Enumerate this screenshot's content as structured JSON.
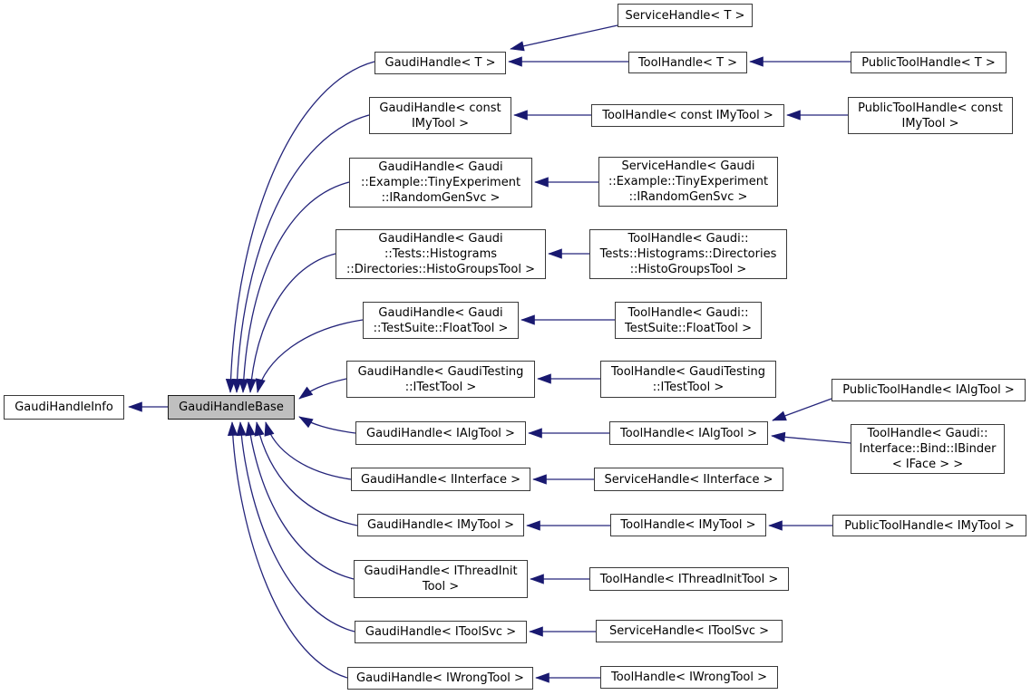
{
  "diagram": {
    "title": "GaudiHandleBase inheritance graph",
    "type": "inheritance-graph",
    "colors": {
      "background": "#ffffff",
      "edge": "#24247a",
      "arrowhead": "#191970",
      "node_border": "#3a3a3a",
      "node_fill": "#ffffff",
      "highlight_fill": "#bfbfbf",
      "text": "#000000"
    },
    "nodes": {
      "gaudi_handle_info": {
        "label": "GaudiHandleInfo"
      },
      "gaudi_handle_base": {
        "label": "GaudiHandleBase",
        "highlighted": true
      },
      "gaudi_handle_t": {
        "label": "GaudiHandle< T >"
      },
      "gaudi_handle_const_imytool": {
        "label": "GaudiHandle< const\nIMyTool >"
      },
      "gaudi_handle_tiny_experiment": {
        "label": "GaudiHandle< Gaudi\n::Example::TinyExperiment\n::IRandomGenSvc >"
      },
      "gaudi_handle_histo_groups": {
        "label": "GaudiHandle< Gaudi\n::Tests::Histograms\n::Directories::HistoGroupsTool >"
      },
      "gaudi_handle_float_tool": {
        "label": "GaudiHandle< Gaudi\n::TestSuite::FloatTool >"
      },
      "gaudi_handle_testing": {
        "label": "GaudiHandle< GaudiTesting\n::ITestTool >"
      },
      "gaudi_handle_ialgtool": {
        "label": "GaudiHandle< IAlgTool >"
      },
      "gaudi_handle_iinterface": {
        "label": "GaudiHandle< IInterface >"
      },
      "gaudi_handle_imytool": {
        "label": "GaudiHandle< IMyTool >"
      },
      "gaudi_handle_ithreadinit": {
        "label": "GaudiHandle< IThreadInit\nTool >"
      },
      "gaudi_handle_itoolsvc": {
        "label": "GaudiHandle< IToolSvc >"
      },
      "gaudi_handle_iwrongtool": {
        "label": "GaudiHandle< IWrongTool >"
      },
      "service_handle_t": {
        "label": "ServiceHandle< T >"
      },
      "tool_handle_t": {
        "label": "ToolHandle< T >"
      },
      "tool_handle_const_imytool": {
        "label": "ToolHandle< const IMyTool >"
      },
      "service_handle_tiny_experiment": {
        "label": "ServiceHandle< Gaudi\n::Example::TinyExperiment\n::IRandomGenSvc >"
      },
      "tool_handle_histo_groups": {
        "label": "ToolHandle< Gaudi::\nTests::Histograms::Directories\n::HistoGroupsTool >"
      },
      "tool_handle_float_tool": {
        "label": "ToolHandle< Gaudi::\nTestSuite::FloatTool >"
      },
      "tool_handle_testing": {
        "label": "ToolHandle< GaudiTesting\n::ITestTool >"
      },
      "tool_handle_ialgtool": {
        "label": "ToolHandle< IAlgTool >"
      },
      "service_handle_iinterface": {
        "label": "ServiceHandle< IInterface >"
      },
      "tool_handle_imytool": {
        "label": "ToolHandle< IMyTool >"
      },
      "tool_handle_ithreadinit": {
        "label": "ToolHandle< IThreadInitTool >"
      },
      "service_handle_itoolsvc": {
        "label": "ServiceHandle< IToolSvc >"
      },
      "tool_handle_iwrongtool": {
        "label": "ToolHandle< IWrongTool >"
      },
      "public_tool_handle_t": {
        "label": "PublicToolHandle< T >"
      },
      "public_tool_handle_const_imytool": {
        "label": "PublicToolHandle< const\nIMyTool >"
      },
      "public_tool_handle_ialgtool": {
        "label": "PublicToolHandle< IAlgTool >"
      },
      "tool_handle_ibinder": {
        "label": "ToolHandle< Gaudi::\nInterface::Bind::IBinder\n< IFace > >"
      },
      "public_tool_handle_imytool": {
        "label": "PublicToolHandle< IMyTool >"
      }
    },
    "edges": [
      {
        "from": "gaudi_handle_base",
        "to": "gaudi_handle_info"
      },
      {
        "from": "gaudi_handle_t",
        "to": "gaudi_handle_base"
      },
      {
        "from": "gaudi_handle_const_imytool",
        "to": "gaudi_handle_base"
      },
      {
        "from": "gaudi_handle_tiny_experiment",
        "to": "gaudi_handle_base"
      },
      {
        "from": "gaudi_handle_histo_groups",
        "to": "gaudi_handle_base"
      },
      {
        "from": "gaudi_handle_float_tool",
        "to": "gaudi_handle_base"
      },
      {
        "from": "gaudi_handle_testing",
        "to": "gaudi_handle_base"
      },
      {
        "from": "gaudi_handle_ialgtool",
        "to": "gaudi_handle_base"
      },
      {
        "from": "gaudi_handle_iinterface",
        "to": "gaudi_handle_base"
      },
      {
        "from": "gaudi_handle_imytool",
        "to": "gaudi_handle_base"
      },
      {
        "from": "gaudi_handle_ithreadinit",
        "to": "gaudi_handle_base"
      },
      {
        "from": "gaudi_handle_itoolsvc",
        "to": "gaudi_handle_base"
      },
      {
        "from": "gaudi_handle_iwrongtool",
        "to": "gaudi_handle_base"
      },
      {
        "from": "service_handle_t",
        "to": "gaudi_handle_t"
      },
      {
        "from": "tool_handle_t",
        "to": "gaudi_handle_t"
      },
      {
        "from": "public_tool_handle_t",
        "to": "tool_handle_t"
      },
      {
        "from": "tool_handle_const_imytool",
        "to": "gaudi_handle_const_imytool"
      },
      {
        "from": "public_tool_handle_const_imytool",
        "to": "tool_handle_const_imytool"
      },
      {
        "from": "service_handle_tiny_experiment",
        "to": "gaudi_handle_tiny_experiment"
      },
      {
        "from": "tool_handle_histo_groups",
        "to": "gaudi_handle_histo_groups"
      },
      {
        "from": "tool_handle_float_tool",
        "to": "gaudi_handle_float_tool"
      },
      {
        "from": "tool_handle_testing",
        "to": "gaudi_handle_testing"
      },
      {
        "from": "tool_handle_ialgtool",
        "to": "gaudi_handle_ialgtool"
      },
      {
        "from": "public_tool_handle_ialgtool",
        "to": "tool_handle_ialgtool"
      },
      {
        "from": "tool_handle_ibinder",
        "to": "tool_handle_ialgtool"
      },
      {
        "from": "service_handle_iinterface",
        "to": "gaudi_handle_iinterface"
      },
      {
        "from": "tool_handle_imytool",
        "to": "gaudi_handle_imytool"
      },
      {
        "from": "public_tool_handle_imytool",
        "to": "tool_handle_imytool"
      },
      {
        "from": "tool_handle_ithreadinit",
        "to": "gaudi_handle_ithreadinit"
      },
      {
        "from": "service_handle_itoolsvc",
        "to": "gaudi_handle_itoolsvc"
      },
      {
        "from": "tool_handle_iwrongtool",
        "to": "gaudi_handle_iwrongtool"
      }
    ]
  }
}
